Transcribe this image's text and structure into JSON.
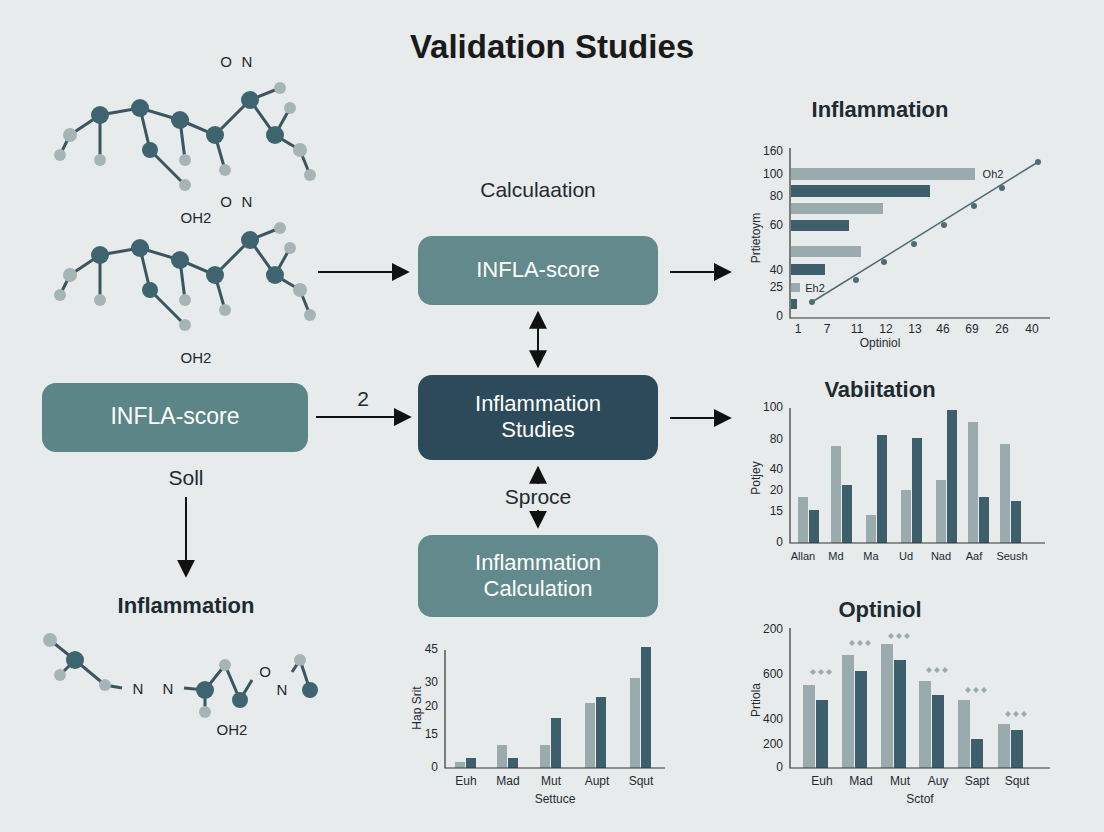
{
  "diagram": {
    "title": "Validation Studies",
    "nodes": [
      {
        "text": [
          "INFLA-score"
        ]
      },
      {
        "text": [
          "INFLA-score"
        ]
      },
      {
        "text": [
          "Inflammation Studies"
        ]
      },
      {
        "text": [
          "Inflammation Calculation"
        ]
      }
    ],
    "edges": [
      {
        "from": 1,
        "to": 2,
        "label": "2",
        "arrow": "to"
      },
      {
        "from": 0,
        "to": 2,
        "arrow": "both"
      },
      {
        "from": 2,
        "to": 3,
        "label": "Sproce",
        "arrow": "both"
      }
    ],
    "labels": [
      "Calculaation",
      "Soll",
      "Inflammation",
      "O",
      "N",
      "OH2",
      "O",
      "N",
      "OH2",
      "N",
      "N",
      "O",
      "N",
      "OH2",
      "Inflammation",
      "160",
      "100",
      "80",
      "60",
      "40",
      "25",
      "0",
      "Prtietoym",
      "1",
      "7",
      "11",
      "12",
      "13",
      "46",
      "69",
      "26",
      "40",
      "Optiniol",
      "Oh2",
      "Eh2",
      "Vabiitation",
      "100",
      "80",
      "40",
      "20",
      "15",
      "0",
      "Potjey",
      "Allan",
      "Md",
      "Ma",
      "Ud",
      "Nad",
      "Aaf",
      "Seush",
      "Optiniol",
      "200",
      "600",
      "400",
      "200",
      "0",
      "Prtiola",
      "Euh",
      "Mad",
      "Mut",
      "Auy",
      "Sapt",
      "Squt",
      "Sctof",
      "45",
      "30",
      "20",
      "15",
      "0",
      "Hap Srit",
      "Euh",
      "Mad",
      "Mut",
      "Aupt",
      "Squt",
      "Settuce"
    ]
  }
}
